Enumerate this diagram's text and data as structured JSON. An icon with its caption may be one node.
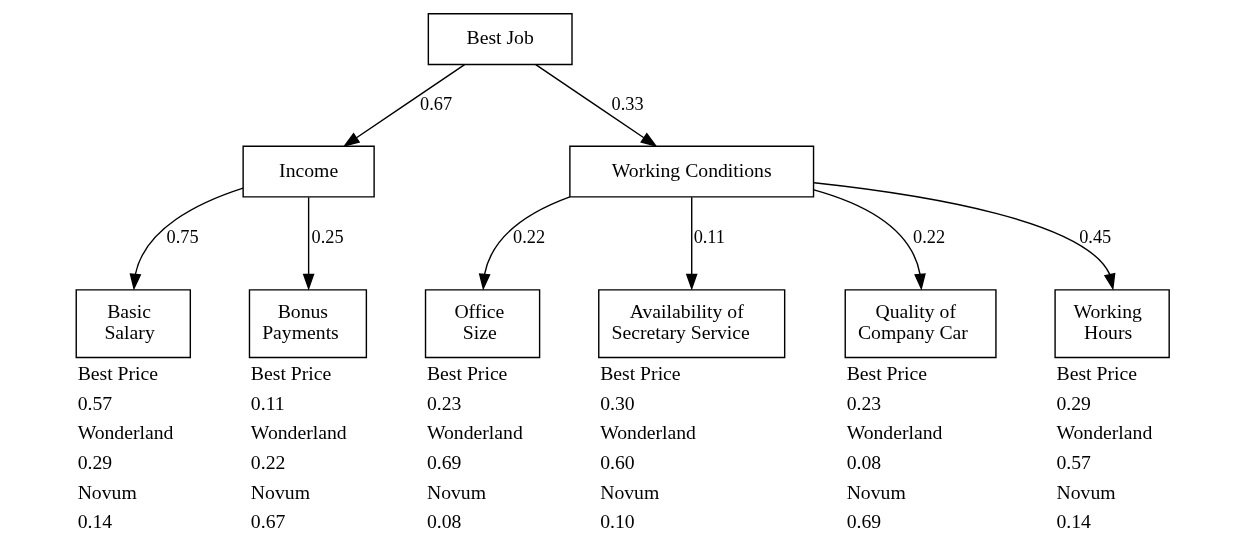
{
  "diagram": {
    "nodes": [
      {
        "text": [
          "Best Job"
        ]
      },
      {
        "text": [
          "Income"
        ]
      },
      {
        "text": [
          "Working Conditions"
        ]
      },
      {
        "text": [
          "Basic Salary"
        ],
        "beside": [
          "Best Price",
          "0.57",
          "Wonderland",
          "0.29",
          "Novum",
          "0.14"
        ]
      },
      {
        "text": [
          "Bonus Payments"
        ],
        "beside": [
          "Best Price",
          "0.11",
          "Wonderland",
          "0.22",
          "Novum",
          "0.67"
        ]
      },
      {
        "text": [
          "Office Size"
        ],
        "beside": [
          "Best Price",
          "0.23",
          "Wonderland",
          "0.69",
          "Novum",
          "0.08"
        ]
      },
      {
        "text": [
          "Availability of Secretary Service"
        ],
        "beside": [
          "Best Price",
          "0.30",
          "Wonderland",
          "0.60",
          "Novum",
          "0.10"
        ]
      },
      {
        "text": [
          "Quality of Company Car"
        ],
        "beside": [
          "Best Price",
          "0.23",
          "Wonderland",
          "0.08",
          "Novum",
          "0.69"
        ]
      },
      {
        "text": [
          "Working Hours"
        ],
        "beside": [
          "Best Price",
          "0.29",
          "Wonderland",
          "0.57",
          "Novum",
          "0.14"
        ]
      }
    ],
    "edges": [
      {
        "from": 0,
        "to": 1,
        "arrow": "to",
        "label": "0.67"
      },
      {
        "from": 0,
        "to": 2,
        "arrow": "to",
        "label": "0.33"
      },
      {
        "from": 1,
        "to": 3,
        "arrow": "to",
        "label": "0.75"
      },
      {
        "from": 1,
        "to": 4,
        "arrow": "to",
        "label": "0.25"
      },
      {
        "from": 2,
        "to": 5,
        "arrow": "to",
        "label": "0.22"
      },
      {
        "from": 2,
        "to": 6,
        "arrow": "to",
        "label": "0.11"
      },
      {
        "from": 2,
        "to": 7,
        "arrow": "to",
        "label": "0.22"
      },
      {
        "from": 2,
        "to": 8,
        "arrow": "to",
        "label": "0.45"
      }
    ]
  }
}
